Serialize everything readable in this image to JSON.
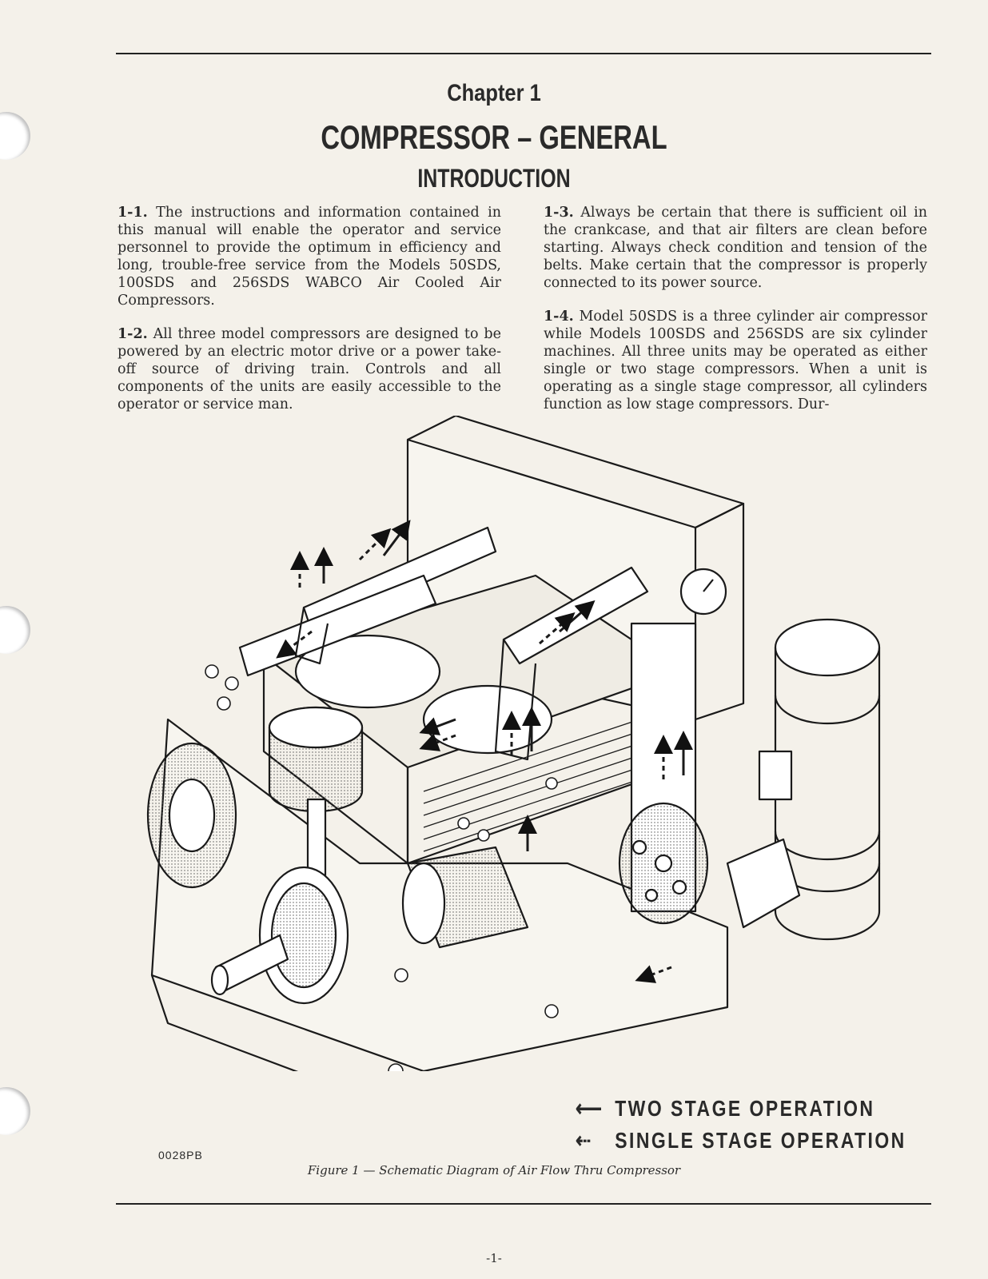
{
  "header": {
    "chapter": "Chapter 1",
    "title": "COMPRESSOR – GENERAL",
    "subtitle": "INTRODUCTION"
  },
  "paragraphs": [
    {
      "num": "1-1.",
      "text": " The instructions and information contained in this manual will enable the operator and service personnel to provide the optimum in efficiency and long, trouble-free service from the Models 50SDS, 100SDS and 256SDS WABCO Air Cooled Air Compressors."
    },
    {
      "num": "1-2.",
      "text": " All three model compressors are designed to be powered by an electric motor drive or a power take-off source of driving train. Controls and all components of the units are easily accessible to the operator or service man."
    },
    {
      "num": "1-3.",
      "text": " Always be certain that there is sufficient oil in the crankcase, and that air filters are clean before starting. Always check condition and tension of the belts. Make certain that the compressor is properly connected to its power source."
    },
    {
      "num": "1-4.",
      "text": " Model 50SDS is a three cylinder air compressor while Models 100SDS and 256SDS are six cylinder machines. All three units may be operated as either single or two stage compressors. When a unit is operating as a single stage compressor, all cylinders function as low stage compressors. Dur-"
    }
  ],
  "figure": {
    "legend_two_stage": "TWO STAGE OPERATION",
    "legend_single_stage": "SINGLE STAGE OPERATION",
    "code": "0028PB",
    "caption": "Figure 1 — Schematic Diagram of Air Flow Thru Compressor"
  },
  "page_number": "-1-"
}
